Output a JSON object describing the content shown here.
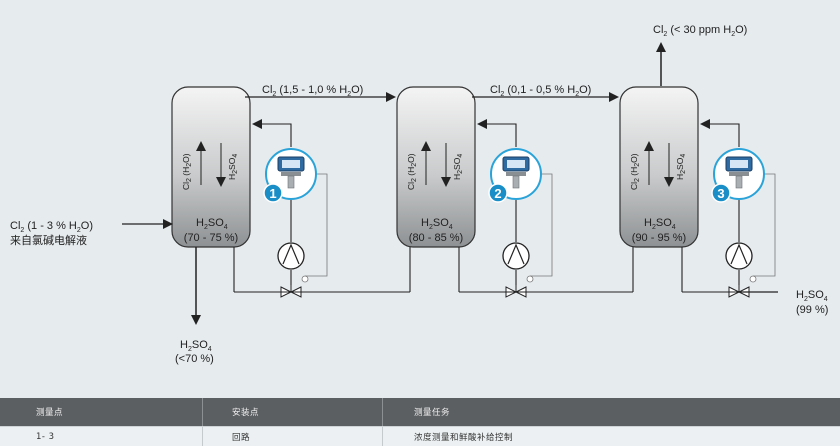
{
  "inlet": {
    "cl2_prefix": "Cl",
    "cl2_values": "(1 - 3 % H",
    "cl2_suffix": "O)",
    "source": "来自氯碱电解液"
  },
  "stream_1_2": {
    "prefix": "Cl",
    "values": "(1,5  - 1,0 % H",
    "suffix": "O)"
  },
  "stream_2_3": {
    "prefix": "Cl",
    "values": "(0,1 - 0,5 % H",
    "suffix": "O)"
  },
  "outlet_top": {
    "prefix": "Cl",
    "values": "(< 30 ppm H",
    "suffix": "O)"
  },
  "outlet_left": {
    "formula_h": "H",
    "formula_so": "SO",
    "range": "(<70 %)"
  },
  "outlet_right": {
    "formula_h": "H",
    "formula_so": "SO",
    "range": "(99 %)"
  },
  "columns": [
    {
      "formula_h": "H",
      "formula_so": "SO",
      "range": "(70 - 75 %)",
      "sensor": "1",
      "gas_label": "Cl",
      "gas_sub": "(H",
      "gas_end": "O)",
      "acid_h": "H",
      "acid_so": "SO"
    },
    {
      "formula_h": "H",
      "formula_so": "SO",
      "range": "(80 - 85 %)",
      "sensor": "2",
      "gas_label": "Cl",
      "gas_sub": "(H",
      "gas_end": "O)",
      "acid_h": "H",
      "acid_so": "SO"
    },
    {
      "formula_h": "H",
      "formula_so": "SO",
      "range": "(90 - 95 %)",
      "sensor": "3",
      "gas_label": "Cl",
      "gas_sub": "(H",
      "gas_end": "O)",
      "acid_h": "H",
      "acid_so": "SO"
    }
  ],
  "table": {
    "headers": [
      "测量点",
      "安装点",
      "测量任务"
    ],
    "rows": [
      [
        "1- 3",
        "回路",
        "浓度测量和鲜酸补给控制"
      ]
    ]
  },
  "colors": {
    "sensor_badge": "#1a8fc7",
    "sensor_ring": "#2aa3d9",
    "table_header": "#5c5f62",
    "background": "#e6ebee"
  }
}
